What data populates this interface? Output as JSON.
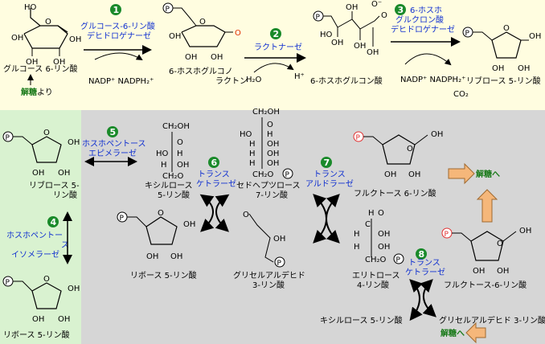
{
  "top": {
    "glucose6p": "グルコース 6-リン酸",
    "kaito_from": "解糖より",
    "kaito_word": "解糖",
    "yori": "より",
    "step1": {
      "num": "1",
      "enzyme_l1": "グルコース-6-リン酸",
      "enzyme_l2": "デヒドロゲナーゼ",
      "cofactor": "NADP⁺ NADPH₂⁺"
    },
    "phosphogluconolactone_l1": "6-ホスホグルコノ",
    "phosphogluconolactone_l2": "ラクトン",
    "step2": {
      "num": "2",
      "enzyme": "ラクトナーゼ",
      "water": "H₂O",
      "hplus": "H⁺"
    },
    "phosphogluconate": "6-ホスホグルコン酸",
    "step3": {
      "num": "3",
      "enzyme_l1": "6-ホスホ",
      "enzyme_l2": "グルクロン酸",
      "enzyme_l3": "デヒドロゲナーゼ",
      "cofactor": "NADP⁺ NADPH₂⁺",
      "co2": "CO₂"
    },
    "ribulose5p": "リブロース 5-リン酸"
  },
  "left": {
    "ribulose5p_l1": "リブロース 5-",
    "ribulose5p_l2": "リン酸",
    "step4": {
      "num": "4",
      "enzyme_l1": "ホスホペントー",
      "enzyme_l2": "ス",
      "enzyme_l3": "イソメラーゼ"
    },
    "ribose5p": "リボース 5-リン酸"
  },
  "main": {
    "step5": {
      "num": "5",
      "enzyme_l1": "ホスホペントース",
      "enzyme_l2": "エピメラーゼ"
    },
    "xylulose5p_l1": "キシルロース",
    "xylulose5p_l2": "5-リン酸",
    "step6": {
      "num": "6",
      "enzyme_l1": "トランス",
      "enzyme_l2": "ケトラーゼ"
    },
    "sedoheptulose7p_l1": "セドヘプツロース",
    "sedoheptulose7p_l2": "7-リン酸",
    "step7": {
      "num": "7",
      "enzyme_l1": "トランス",
      "enzyme_l2": "アルドラーゼ"
    },
    "fructose6p_top": "フルクトース 6-リン酸",
    "to_glycolysis_1": "解糖へ",
    "ribose5p": "リボース 5-リン酸",
    "ga3p_l1": "グリセルアルデヒド",
    "ga3p_l2": "3-リン酸",
    "erythrose4p_l1": "エリトロース",
    "erythrose4p_l2": "4-リン酸",
    "step8": {
      "num": "8",
      "enzyme_l1": "トランス",
      "enzyme_l2": "ケトラーゼ"
    },
    "fructose6p_bottom": "フルクトース-6-リン酸",
    "xylulose5p_bottom": "キシルロース 5-リン酸",
    "ga3p_bottom": "グリセルアルデヒド 3-リン酸",
    "to_glycolysis_2": "解糖へ"
  },
  "chem": {
    "p": "P",
    "oh": "OH",
    "o": "O",
    "h": "H",
    "ch2oh": "CH₂OH",
    "ch2o": "CH₂O",
    "c": "C",
    "ominus": "O⁻",
    "ho": "HO"
  },
  "colors": {
    "top_bg": "#fffde0",
    "left_bg": "#d9f2d0",
    "main_bg": "#d6d6d6",
    "step_circle": "#1a8a2a",
    "enzyme_text": "#1030d0",
    "glycolysis_text": "#1a7a1a",
    "arrow_fill": "#f5b77a",
    "lactone_o": "#e03000"
  }
}
